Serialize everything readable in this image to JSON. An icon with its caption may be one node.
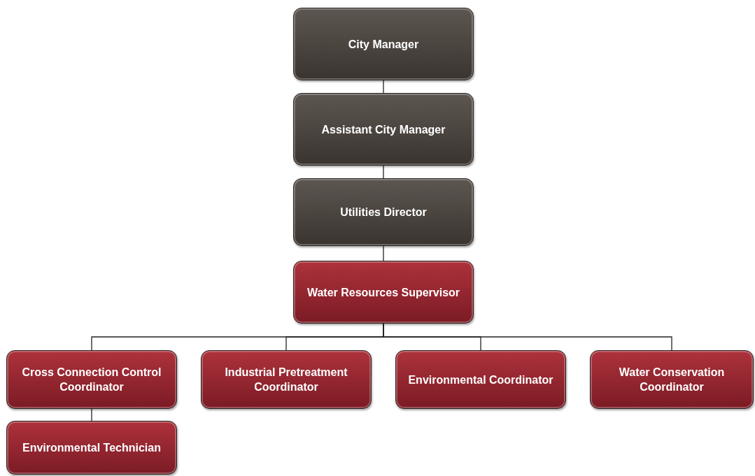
{
  "diagram": {
    "nodes": [
      {
        "text": [
          "City Manager"
        ]
      },
      {
        "text": [
          "Assistant City Manager"
        ]
      },
      {
        "text": [
          "Utilities Director"
        ]
      },
      {
        "text": [
          "Water Resources Supervisor"
        ]
      },
      {
        "text": [
          "Cross Connection Control Coordinator"
        ]
      },
      {
        "text": [
          "Industrial Pretreatment Coordinator"
        ]
      },
      {
        "text": [
          "Environmental Coordinator"
        ]
      },
      {
        "text": [
          "Water Conservation Coordinator"
        ]
      },
      {
        "text": [
          "Environmental Technician"
        ]
      }
    ],
    "edges": [
      {
        "from": 0,
        "to": 1,
        "arrow": "none"
      },
      {
        "from": 1,
        "to": 2,
        "arrow": "none"
      },
      {
        "from": 2,
        "to": 3,
        "arrow": "none"
      },
      {
        "from": 3,
        "to": 4,
        "arrow": "none"
      },
      {
        "from": 3,
        "to": 5,
        "arrow": "none"
      },
      {
        "from": 3,
        "to": 6,
        "arrow": "none"
      },
      {
        "from": 3,
        "to": 7,
        "arrow": "none"
      },
      {
        "from": 4,
        "to": 8,
        "arrow": "none"
      }
    ]
  }
}
